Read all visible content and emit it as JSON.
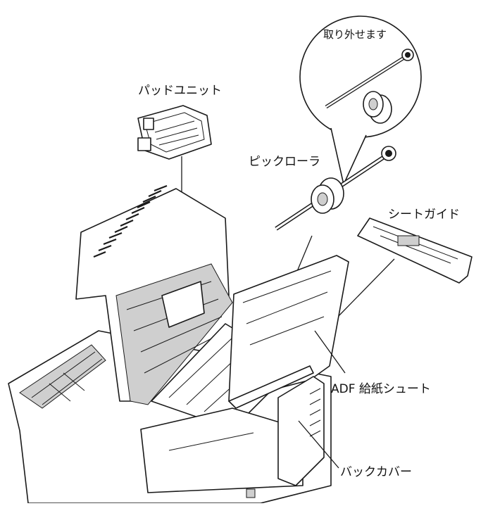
{
  "labels": {
    "pad_unit": "パッドユニット",
    "pick_roller": "ピックローラ",
    "sheet_guide": "シートガイド",
    "adf_chute": "ADF 給紙シュート",
    "back_cover": "バックカバー",
    "removable": "取り外せます"
  }
}
